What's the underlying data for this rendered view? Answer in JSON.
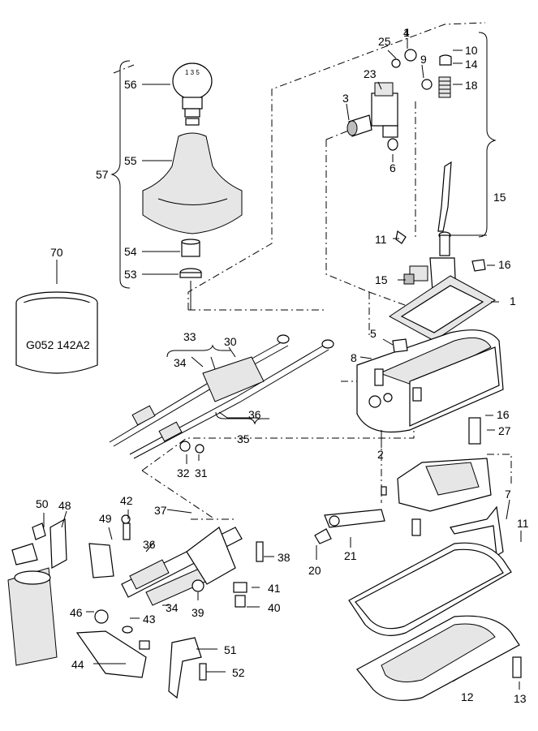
{
  "diagram_code": "G052 142A2",
  "callouts": [
    "1",
    "2",
    "3",
    "4",
    "5",
    "6",
    "7",
    "8",
    "9",
    "10",
    "11",
    "11",
    "12",
    "13",
    "14",
    "15",
    "15",
    "16",
    "16",
    "18",
    "20",
    "21",
    "23",
    "25",
    "27",
    "30",
    "31",
    "32",
    "33",
    "34",
    "34",
    "35",
    "36",
    "36",
    "37",
    "38",
    "39",
    "40",
    "41",
    "42",
    "43",
    "44",
    "46",
    "48",
    "49",
    "50",
    "51",
    "52",
    "53",
    "54",
    "55",
    "56",
    "57",
    "70"
  ]
}
